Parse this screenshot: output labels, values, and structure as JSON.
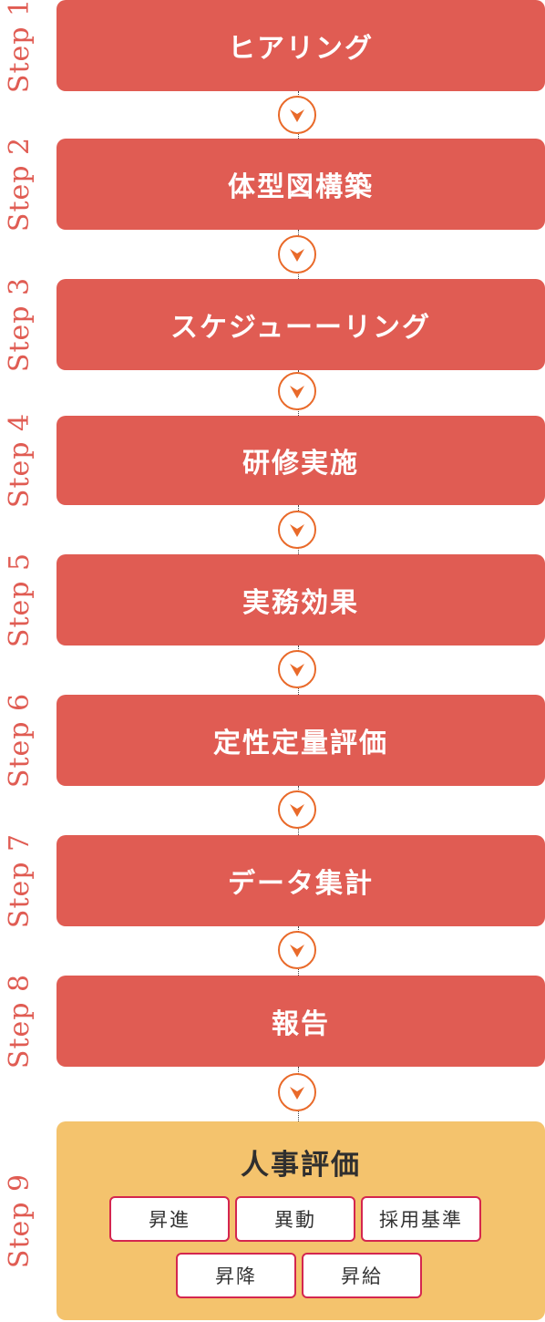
{
  "steps": [
    {
      "label": "Step 1",
      "title": "ヒアリング"
    },
    {
      "label": "Step 2",
      "title": "体型図構築"
    },
    {
      "label": "Step 3",
      "title": "スケジューーリング"
    },
    {
      "label": "Step 4",
      "title": "研修実施"
    },
    {
      "label": "Step 5",
      "title": "実務効果"
    },
    {
      "label": "Step 6",
      "title": "定性定量評価"
    },
    {
      "label": "Step 7",
      "title": "データ集計"
    },
    {
      "label": "Step 8",
      "title": "報告"
    }
  ],
  "final": {
    "label": "Step 9",
    "title": "人事評価",
    "tags": [
      "昇進",
      "異動",
      "採用基準",
      "昇降",
      "昇給"
    ]
  },
  "colors": {
    "step_box": "#e05c53",
    "step_text": "#e05c53",
    "final_box": "#f4c36d",
    "tag_border": "#d4264f",
    "arrow": "#e96a2a"
  },
  "icons": {
    "arrow": "chevron-down-icon"
  }
}
